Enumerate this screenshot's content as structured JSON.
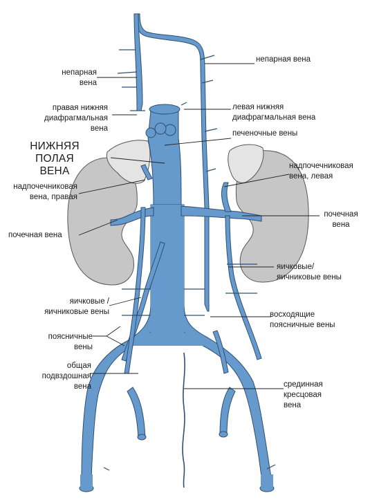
{
  "colors": {
    "vein": "#6699cc",
    "vein_outline": "#2d4f73",
    "kidney": "#c6c6c6",
    "kidney_outline": "#555555",
    "adrenal": "#e4e4e4",
    "leader_line": "#222222"
  },
  "labels": {
    "azygos_left_1": "непарная",
    "azygos_left_2": "вена",
    "azygos_right": "непарная вена",
    "phrenic_right_1": "правая нижняя",
    "phrenic_right_2": "диафрагмальная",
    "phrenic_right_3": "вена",
    "phrenic_left_1": "левая нижняя",
    "phrenic_left_2": "диафрагмальная вена",
    "hepatic": "печеночные вены",
    "ivc_1": "НИЖНЯЯ",
    "ivc_2": "ПОЛАЯ",
    "ivc_3": "ВЕНА",
    "adrenal_left_1": "надпочечниковая",
    "adrenal_left_2": "вена, левая",
    "adrenal_right_1": "надпочечниковая",
    "adrenal_right_2": "вена, правая",
    "renal_right": "почечная вена",
    "renal_left_1": "почечная",
    "renal_left_2": "вена",
    "gonadal_left_1": "яичковые/",
    "gonadal_left_2": "яичниковые вены",
    "gonadal_right_1": "яичковые /",
    "gonadal_right_2": "яичниковые вены",
    "ascending_lumbar_1": "восходящие",
    "ascending_lumbar_2": "поясничные вены",
    "lumbar_1": "поясничные",
    "lumbar_2": "вены",
    "iliac_1": "общая",
    "iliac_2": "подвздошная",
    "iliac_3": "вена",
    "sacral_1": "срединная",
    "sacral_2": "кресцовая",
    "sacral_3": "вена"
  }
}
